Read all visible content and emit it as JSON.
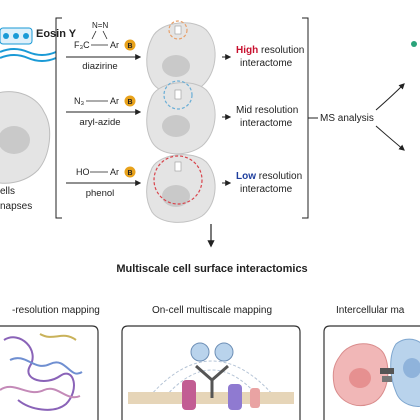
{
  "colors": {
    "eosin": "#1a9ad6",
    "high": "#c8102e",
    "low": "#1f3f9e",
    "probe": "#e8a21b",
    "cell": "#e4e4e4",
    "nucleus": "#c9c9c9",
    "dash_orange": "#e8a06a",
    "dash_blue": "#6aaed6",
    "dash_red": "#d9444c"
  },
  "left": {
    "eosin_label": "Eosin Y",
    "cell_caption_1": "ells",
    "cell_caption_2": "napses"
  },
  "probes": [
    {
      "name": "diazirine",
      "formula_top": "N=N",
      "formula_left": "F₃C",
      "formula_right": "Ar",
      "badge": "B"
    },
    {
      "name": "aryl-azide",
      "formula_left": "N₃",
      "formula_right": "Ar",
      "badge": "B"
    },
    {
      "name": "phenol",
      "formula_left": "HO",
      "formula_right": "Ar",
      "badge": "B"
    }
  ],
  "results": [
    {
      "strong": "High",
      "rest": " resolution",
      "line2": "interactome"
    },
    {
      "strong": "",
      "rest": "Mid resolution",
      "line2": "interactome"
    },
    {
      "strong": "Low",
      "rest": " resolution",
      "line2": "interactome"
    }
  ],
  "ms_label": "MS analysis",
  "heading": "Multiscale cell surface interactomics",
  "panels": [
    {
      "label": "-resolution mapping"
    },
    {
      "label": "On-cell multiscale mapping"
    },
    {
      "label": "Intercellular ma"
    }
  ]
}
